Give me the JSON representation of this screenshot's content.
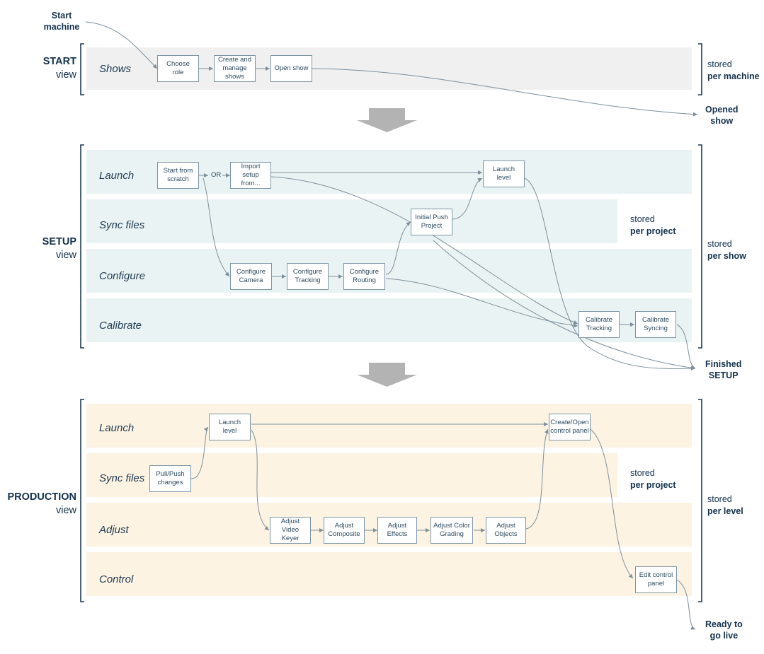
{
  "title": "Show production workflow lanes",
  "colors": {
    "start_band": "#f0f0f0",
    "setup_band": "#eaf3f3",
    "production_band": "#fcf3e2",
    "box_border": "#7d96a5",
    "text_dark": "#14324d",
    "lane_text": "#1f3a52",
    "connector": "#7d8f9b",
    "arrow_gray": "#b3b3b3"
  },
  "endpoints": {
    "start_machine": {
      "line1": "Start",
      "line2": "machine"
    },
    "opened_show": {
      "line1": "Opened",
      "line2": "show"
    },
    "finished_setup": {
      "line1": "Finished",
      "line2": "SETUP"
    },
    "ready_to_go_live": {
      "line1": "Ready to",
      "line2": "go live"
    }
  },
  "sections": [
    {
      "id": "start",
      "phase_strong": "START",
      "phase_light": "view",
      "band_color": "#f0f0f0",
      "lanes": [
        {
          "label": "Shows"
        }
      ],
      "nodes": [
        {
          "name": "choose-role",
          "text": "Choose role"
        },
        {
          "name": "create-and-manage-shows",
          "text": "Create and manage shows"
        },
        {
          "name": "open-show",
          "text": "Open show"
        }
      ],
      "bracket_note": {
        "line1": "stored",
        "line2": "per machine"
      }
    },
    {
      "id": "setup",
      "phase_strong": "SETUP",
      "phase_light": "view",
      "band_color": "#eaf3f3",
      "lanes": [
        {
          "label": "Launch"
        },
        {
          "label": "Sync files"
        },
        {
          "label": "Configure"
        },
        {
          "label": "Calibrate"
        }
      ],
      "nodes": [
        {
          "name": "start-from-scratch",
          "text": "Start from scratch"
        },
        {
          "name": "import-setup-from",
          "text": "Import setup from..."
        },
        {
          "name": "launch-level-setup",
          "text": "Launch level"
        },
        {
          "name": "initial-push-project",
          "text": "Initial Push Project"
        },
        {
          "name": "configure-camera",
          "text": "Configure Camera"
        },
        {
          "name": "configure-tracking",
          "text": "Configure Tracking"
        },
        {
          "name": "configure-routing",
          "text": "Configure Routing"
        },
        {
          "name": "calibrate-tracking",
          "text": "Calibrate Tracking"
        },
        {
          "name": "calibrate-syncing",
          "text": "Calibrate Syncing"
        }
      ],
      "or_label": "OR",
      "inner_note": {
        "line1": "stored",
        "line2": "per project"
      },
      "bracket_note": {
        "line1": "stored",
        "line2": "per show"
      }
    },
    {
      "id": "production",
      "phase_strong": "PRODUCTION",
      "phase_light": "view",
      "band_color": "#fcf3e2",
      "lanes": [
        {
          "label": "Launch"
        },
        {
          "label": "Sync files"
        },
        {
          "label": "Adjust"
        },
        {
          "label": "Control"
        }
      ],
      "nodes": [
        {
          "name": "launch-level-production",
          "text": "Launch level"
        },
        {
          "name": "create-open-control-panel",
          "text": "Create/Open control panel"
        },
        {
          "name": "pull-push-changes",
          "text": "Pull/Push changes"
        },
        {
          "name": "adjust-video-keyer",
          "text": "Adjust Video Keyer"
        },
        {
          "name": "adjust-composite",
          "text": "Adjust Composite"
        },
        {
          "name": "adjust-effects",
          "text": "Adjust Effects"
        },
        {
          "name": "adjust-color-grading",
          "text": "Adjust Color Grading"
        },
        {
          "name": "adjust-objects",
          "text": "Adjust Objects"
        },
        {
          "name": "edit-control-panel",
          "text": "Edit control panel"
        }
      ],
      "inner_note": {
        "line1": "stored",
        "line2": "per project"
      },
      "bracket_note": {
        "line1": "stored",
        "line2": "per level"
      }
    }
  ]
}
